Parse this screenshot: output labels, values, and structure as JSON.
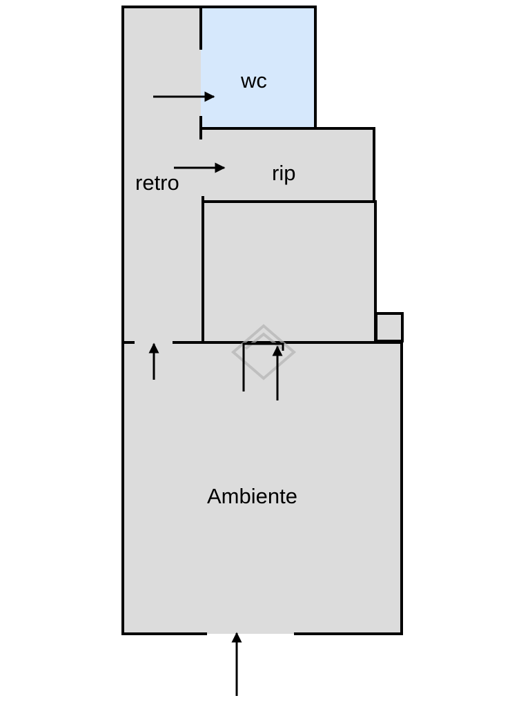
{
  "floorplan": {
    "rooms": {
      "wc": {
        "label": "wc"
      },
      "rip": {
        "label": "rip"
      },
      "retro": {
        "label": "retro"
      },
      "ambiente": {
        "label": "Ambiente"
      }
    },
    "colors": {
      "wall": "#000000",
      "floor": "#dcdcdc",
      "wc_floor": "#d6e8fc",
      "background": "#ffffff",
      "watermark": "#b4b4b4"
    }
  }
}
